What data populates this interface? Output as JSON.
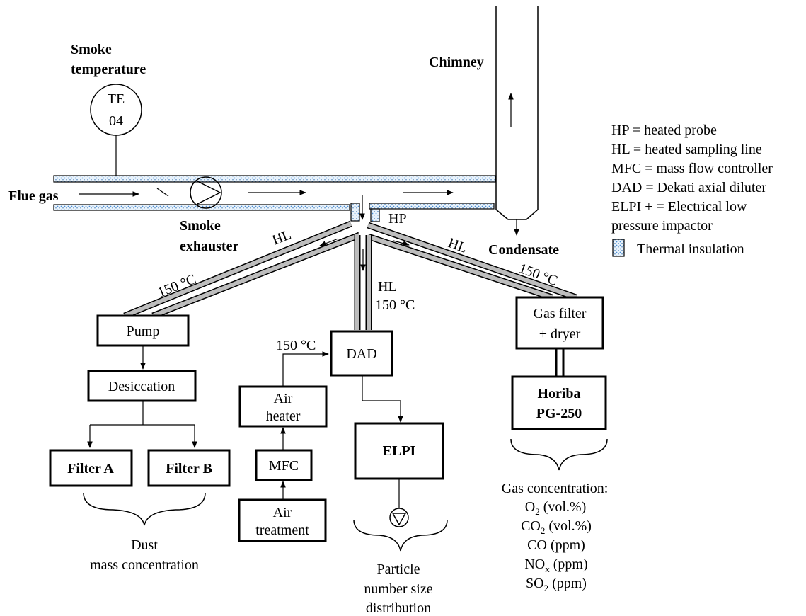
{
  "labels": {
    "smoke_temperature_1": "Smoke",
    "smoke_temperature_2": "temperature",
    "te_1": "TE",
    "te_2": "04",
    "chimney": "Chimney",
    "flue_gas": "Flue gas",
    "smoke_exhauster_1": "Smoke",
    "smoke_exhauster_2": "exhauster",
    "hp": "HP",
    "condensate": "Condensate",
    "hl_left": "HL",
    "hl_right": "HL",
    "hl_mid": "HL",
    "temp_left": "150 °C",
    "temp_right": "150 °C",
    "temp_mid": "150 °C",
    "temp_air": "150 °C"
  },
  "legend": {
    "hp": "HP = heated probe",
    "hl": "HL = heated sampling line",
    "mfc": "MFC = mass flow controller",
    "dad": "DAD = Dekati axial diluter",
    "elpi_1": "ELPI + = Electrical  low",
    "elpi_2": "pressure impactor",
    "insulation": "Thermal insulation"
  },
  "boxes": {
    "pump": "Pump",
    "desiccation": "Desiccation",
    "filter_a": "Filter A",
    "filter_b": "Filter B",
    "air_heater_1": "Air",
    "air_heater_2": "heater",
    "mfc": "MFC",
    "air_treatment_1": "Air",
    "air_treatment_2": "treatment",
    "dad": "DAD",
    "elpi": "ELPI",
    "gas_filter_1": "Gas filter",
    "gas_filter_2": "+ dryer",
    "horiba_1": "Horiba",
    "horiba_2": "PG-250"
  },
  "outputs": {
    "dust_1": "Dust",
    "dust_2": "mass concentration",
    "particle_1": "Particle",
    "particle_2": "number size",
    "particle_3": "distribution",
    "gas_title": "Gas concentration:",
    "o2": "O",
    "o2_sub": "2",
    "o2_rest": " (vol.%)",
    "co2": "CO",
    "co2_sub": "2",
    "co2_rest": " (vol.%)",
    "co": "CO (ppm)",
    "nox": "NO",
    "nox_sub": "x",
    "nox_rest": " (ppm)",
    "so2": "SO",
    "so2_sub": "2",
    "so2_rest": " (ppm)"
  },
  "colors": {
    "insulation_dots": "#4a90d9",
    "tube_fill": "#bdbdbd"
  }
}
